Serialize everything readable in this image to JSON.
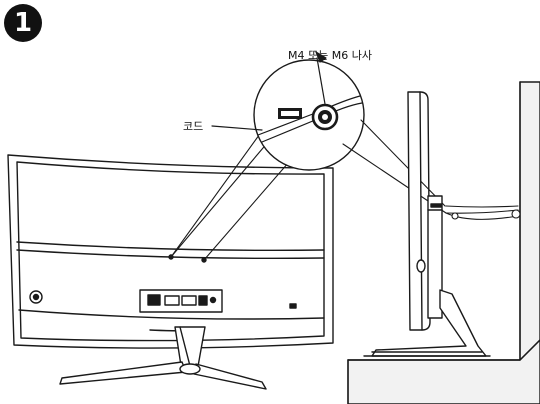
{
  "step_number": "1",
  "labels": {
    "screw": "M4 또는 M6 나사",
    "cord": "코드"
  },
  "colors": {
    "line": "#1a1a1a",
    "wall": "#f2f2f2",
    "panel": "#ffffff"
  }
}
